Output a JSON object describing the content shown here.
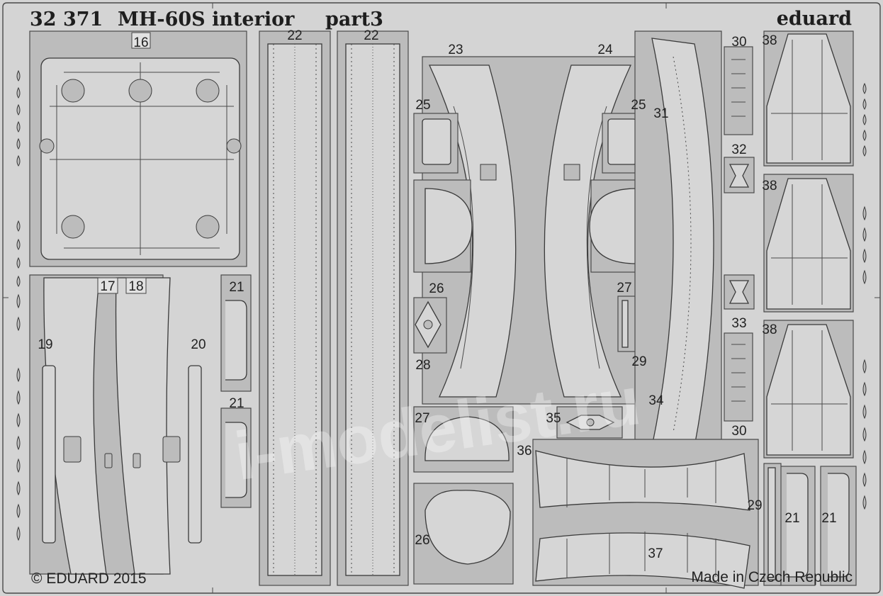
{
  "fret": {
    "set_code": "32 371",
    "title": "MH-60S interior",
    "part_label": "part3",
    "brand": "eduard",
    "copyright": "© EDUARD 2015",
    "origin": "Made in Czech Republic",
    "watermark": "i-modelist.ru"
  },
  "parts": [
    {
      "key": "p16",
      "number": "16"
    },
    {
      "key": "p17",
      "number": "17"
    },
    {
      "key": "p18",
      "number": "18"
    },
    {
      "key": "p19",
      "number": "19"
    },
    {
      "key": "p20",
      "number": "20"
    },
    {
      "key": "p21a",
      "number": "21"
    },
    {
      "key": "p21b",
      "number": "21"
    },
    {
      "key": "p21c",
      "number": "21"
    },
    {
      "key": "p21d",
      "number": "21"
    },
    {
      "key": "p22a",
      "number": "22"
    },
    {
      "key": "p22b",
      "number": "22"
    },
    {
      "key": "p23",
      "number": "23"
    },
    {
      "key": "p24",
      "number": "24"
    },
    {
      "key": "p25a",
      "number": "25"
    },
    {
      "key": "p25b",
      "number": "25"
    },
    {
      "key": "p26a",
      "number": "26"
    },
    {
      "key": "p26b",
      "number": "26"
    },
    {
      "key": "p27a",
      "number": "27"
    },
    {
      "key": "p27b",
      "number": "27"
    },
    {
      "key": "p28",
      "number": "28"
    },
    {
      "key": "p29a",
      "number": "29"
    },
    {
      "key": "p29b",
      "number": "29"
    },
    {
      "key": "p30a",
      "number": "30"
    },
    {
      "key": "p30b",
      "number": "30"
    },
    {
      "key": "p31",
      "number": "31"
    },
    {
      "key": "p32",
      "number": "32"
    },
    {
      "key": "p33",
      "number": "33"
    },
    {
      "key": "p34",
      "number": "34"
    },
    {
      "key": "p35",
      "number": "35"
    },
    {
      "key": "p36",
      "number": "36"
    },
    {
      "key": "p37",
      "number": "37"
    },
    {
      "key": "p38a",
      "number": "38"
    },
    {
      "key": "p38b",
      "number": "38"
    },
    {
      "key": "p38c",
      "number": "38"
    }
  ]
}
